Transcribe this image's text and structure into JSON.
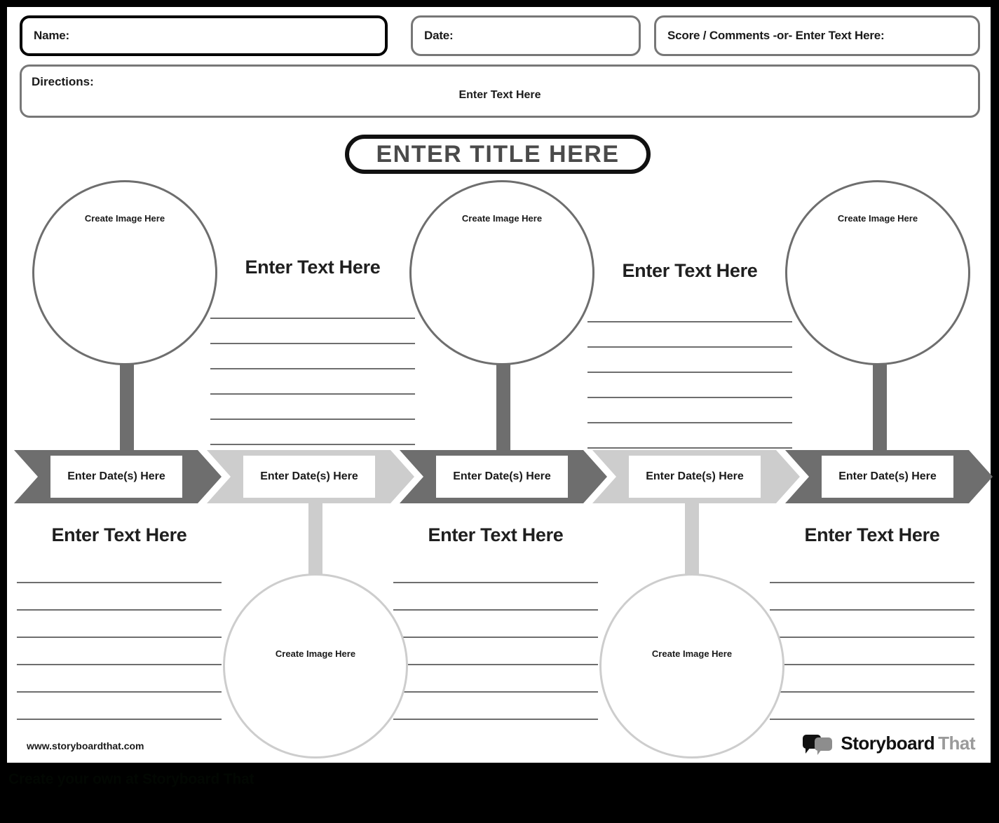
{
  "header": {
    "name_label": "Name:",
    "date_label": "Date:",
    "score_label": "Score / Comments -or- Enter Text Here:",
    "directions_label": "Directions:",
    "directions_placeholder": "Enter Text Here"
  },
  "title": {
    "text": "ENTER TITLE HERE"
  },
  "placeholders": {
    "image": "Create Image Here",
    "text": "Enter Text Here",
    "date": "Enter Date(s) Here"
  },
  "top_circles": [
    {
      "label": "Create Image Here"
    },
    {
      "label": "Create Image Here"
    },
    {
      "label": "Create Image Here"
    }
  ],
  "top_text_blocks": [
    {
      "heading": "Enter Text Here",
      "lines": 6
    },
    {
      "heading": "Enter Text Here",
      "lines": 6
    }
  ],
  "timeline": {
    "steps": [
      {
        "label": "Enter Date(s) Here",
        "tone": "dark"
      },
      {
        "label": "Enter Date(s) Here",
        "tone": "light"
      },
      {
        "label": "Enter Date(s) Here",
        "tone": "dark"
      },
      {
        "label": "Enter Date(s) Here",
        "tone": "light"
      },
      {
        "label": "Enter Date(s) Here",
        "tone": "dark"
      }
    ]
  },
  "bottom_text_blocks": [
    {
      "heading": "Enter Text Here",
      "lines": 6
    },
    {
      "heading": "Enter Text Here",
      "lines": 6
    },
    {
      "heading": "Enter Text Here",
      "lines": 6
    }
  ],
  "bottom_circles": [
    {
      "label": "Create Image Here"
    },
    {
      "label": "Create Image Here"
    }
  ],
  "footer": {
    "url": "www.storyboardthat.com",
    "logo_word_1": "Storyboard",
    "logo_word_2": "That"
  },
  "caption": "Create your own at Storyboard That",
  "colors": {
    "dark_gray": "#6e6e6e",
    "light_gray": "#cdcdcd",
    "frame": "#000000",
    "title_text": "#4a4a4a"
  }
}
